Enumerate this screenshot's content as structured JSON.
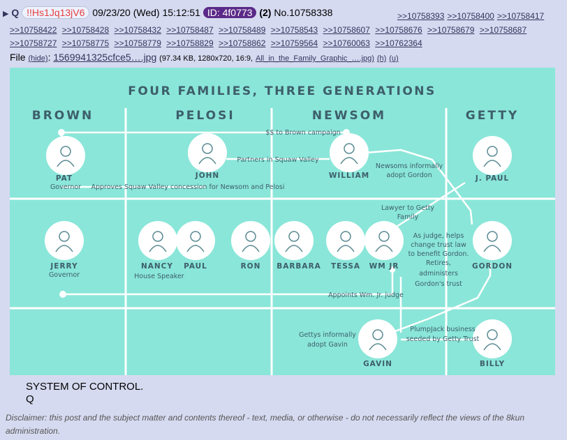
{
  "post": {
    "q_label": "Q",
    "tripcode": "!!Hs1Jq13jV6",
    "date": "09/23/20 (Wed) 15:12:51",
    "id_badge": "ID: 4f0773",
    "id_count": "(2)",
    "post_number": "No.10758338",
    "replies": [
      ">>10758393",
      ">>10758400",
      ">>10758417",
      ">>10758422",
      ">>10758428",
      ">>10758432",
      ">>10758487",
      ">>10758489",
      ">>10758543",
      ">>10758607",
      ">>10758676",
      ">>10758679",
      ">>10758687",
      ">>10758727",
      ">>10758775",
      ">>10758779",
      ">>10758829",
      ">>10758862",
      ">>10759564",
      ">>10760063",
      ">>10762364"
    ]
  },
  "file": {
    "label": "File",
    "hide": "(hide)",
    "name": "1569941325cfce5….jpg",
    "info": "(97.34 KB, 1280x720, 16:9,",
    "orig_name": "All_in_the_Family_Graphic_….jpg)",
    "h": "(h)",
    "u": "(u)"
  },
  "graphic": {
    "title": "FOUR FAMILIES, THREE GENERATIONS",
    "families": [
      "BROWN",
      "PELOSI",
      "NEWSOM",
      "GETTY"
    ],
    "people": [
      {
        "name": "PAT",
        "role": "Governor"
      },
      {
        "name": "JOHN",
        "role": ""
      },
      {
        "name": "WILLIAM",
        "role": ""
      },
      {
        "name": "J. PAUL",
        "role": ""
      },
      {
        "name": "JERRY",
        "role": "Governor"
      },
      {
        "name": "NANCY",
        "role": "House Speaker"
      },
      {
        "name": "PAUL",
        "role": ""
      },
      {
        "name": "RON",
        "role": ""
      },
      {
        "name": "BARBARA",
        "role": ""
      },
      {
        "name": "TESSA",
        "role": ""
      },
      {
        "name": "WM JR",
        "role": ""
      },
      {
        "name": "GORDON",
        "role": ""
      },
      {
        "name": "GAVIN",
        "role": ""
      },
      {
        "name": "BILLY",
        "role": ""
      }
    ],
    "notes": {
      "brown_campaign": "$$ to Brown campaign",
      "squaw_partners": "Partners in Squaw Valley",
      "adopt_gordon": [
        "Newsoms informally",
        "adopt Gordon"
      ],
      "approves": "Approves Squaw Valley concession for Newsom and Pelosi",
      "lawyer": [
        "Lawyer to Getty",
        "Family"
      ],
      "as_judge": [
        "As judge, helps",
        "change trust law",
        "to benefit Gordon.",
        "Retires,",
        "administers",
        "Gordon's trust"
      ],
      "appoints": "Appoints Wm. Jr. judge",
      "adopt_gavin": [
        "Gettys informally",
        "adopt Gavin"
      ],
      "plumpjack": [
        "PlumpJack business",
        "seeded by Getty Trust"
      ]
    },
    "colors": {
      "background": "#8ae6d9",
      "text": "#3d5e6a",
      "lines": "#ffffff"
    }
  },
  "message": {
    "line1": "SYSTEM OF CONTROL.",
    "line2": "Q"
  },
  "disclaimer": "Disclaimer: this post and the subject matter and contents thereof - text, media, or otherwise - do not necessarily reflect the views of the 8kun administration."
}
